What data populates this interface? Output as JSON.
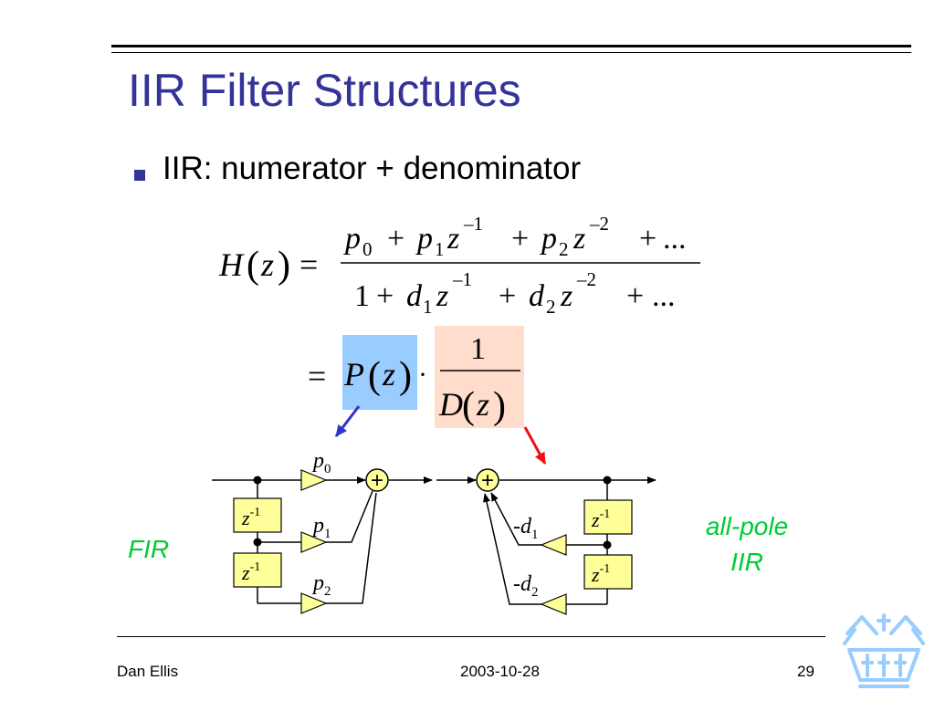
{
  "slide": {
    "title": "IIR Filter Structures",
    "bullet": "IIR: numerator + denominator"
  },
  "equation": {
    "lhs": "H(z) =",
    "numerator": "p0 + p1 z^-1 + p2 z^-2 + ...",
    "denominator": "1 + d1 z^-1 + d2 z^-2 + ...",
    "second_line": "= P(z) · 1 / D(z)",
    "p_box_color": "#99ccff",
    "d_box_color": "#ffdccc"
  },
  "diagram": {
    "fir_label": "FIR",
    "iir_label_line1": "all-pole",
    "iir_label_line2": "IIR",
    "label_color": "#00cc33",
    "delay_box_color": "#ffff99",
    "triangle_color": "#ffff99",
    "summer_color": "#ffff99",
    "arrow_left_color": "#3333cc",
    "arrow_right_color": "#ee1111",
    "sum_symbol": "+"
  },
  "footer": {
    "author": "Dan Ellis",
    "date": "2003-10-28",
    "page": "29"
  },
  "logo_color": "#99ccff"
}
